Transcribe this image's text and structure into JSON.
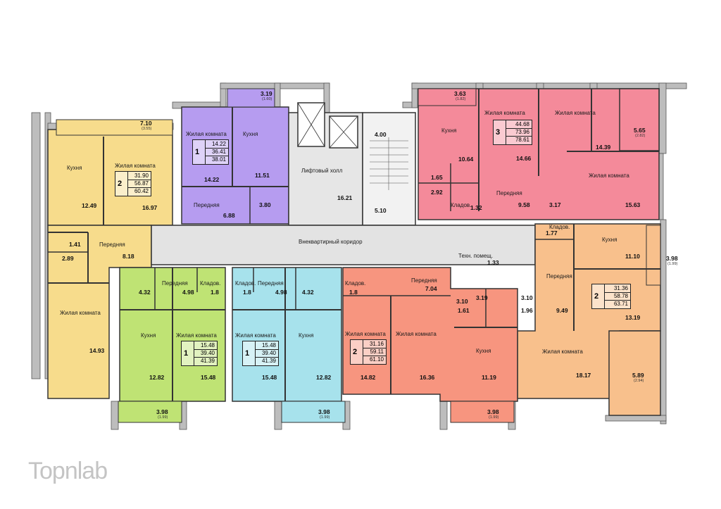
{
  "colors": {
    "yellow": "#f7dc8c",
    "violet": "#b69cf0",
    "gray": "#e6e6e6",
    "pink": "#f48a9a",
    "orange": "#f8c08c",
    "green": "#bfe374",
    "cyan": "#a7e2ec",
    "salmon": "#f7957f",
    "wall": "#b9b9b9"
  },
  "labels": {
    "kitchen": "Кухня",
    "living_room": "Жилая комната",
    "hall": "Передняя",
    "storage": "Кладов.",
    "lift_hall": "Лифтовый холл",
    "corridor": "Внеквартирный коридор",
    "tech_room": "Техн. помещ."
  },
  "balconies": [
    {
      "area": "7.10",
      "half": "(3.55)"
    },
    {
      "area": "3.19",
      "half": "(1.60)"
    },
    {
      "area": "3.63",
      "half": "(1.82)"
    },
    {
      "area": "5.65",
      "half": "(2.82)"
    },
    {
      "area": "3.98",
      "half": "(1.99)"
    },
    {
      "area": "3.98",
      "half": "(1.99)"
    },
    {
      "area": "3.98",
      "half": "(1.99)"
    },
    {
      "area": "3.98",
      "half": "(1.99)"
    },
    {
      "area": "5.89",
      "half": "(2.94)"
    }
  ],
  "apartments": [
    {
      "rooms": "2",
      "living": "31.90",
      "total": "56.87",
      "with_balcony": "60.42"
    },
    {
      "rooms": "1",
      "living": "14.22",
      "total": "36.41",
      "with_balcony": "38.01"
    },
    {
      "rooms": "3",
      "living": "44.68",
      "total": "73.96",
      "with_balcony": "78.61"
    },
    {
      "rooms": "2",
      "living": "31.36",
      "total": "58.78",
      "with_balcony": "63.71"
    },
    {
      "rooms": "1",
      "living": "15.48",
      "total": "39.40",
      "with_balcony": "41.39"
    },
    {
      "rooms": "1",
      "living": "15.48",
      "total": "39.40",
      "with_balcony": "41.39"
    },
    {
      "rooms": "2",
      "living": "31.16",
      "total": "59.11",
      "with_balcony": "61.10"
    }
  ],
  "areas": {
    "a1_kitchen": "12.49",
    "a1_room": "16.97",
    "a1_hall": "8.18",
    "a1_wc": "1.41",
    "a1_bath": "2.89",
    "a1_room2": "14.93",
    "a2_room": "14.22",
    "a2_kitchen": "11.51",
    "a2_hall": "6.88",
    "a2_bath": "3.80",
    "lift": "16.21",
    "stair_top": "4.00",
    "stair_bottom": "5.10",
    "tech": "1.33",
    "a3_kitchen": "10.64",
    "a3_wc": "1.65",
    "a3_bath": "2.92",
    "a3_store": "1.32",
    "a3_room1": "14.66",
    "a3_room2": "14.39",
    "a3_hall": "9.58",
    "a3_hall2": "3.17",
    "a3_room3": "15.63",
    "a4_store": "1.77",
    "a4_kitchen": "11.10",
    "a4_hall": "9.49",
    "a4_room": "13.19",
    "a4_room2": "18.17",
    "a5_bath": "4.32",
    "a5_hall": "4.98",
    "a5_store": "1.8",
    "a5_kitchen": "12.82",
    "a5_room": "15.48",
    "a6_store": "1.8",
    "a6_hall": "4.98",
    "a6_bath": "4.32",
    "a6_room": "15.48",
    "a6_kitchen": "12.82",
    "a7_store": "1.8",
    "a7_hall": "7.04",
    "a7_room": "14.82",
    "a7_room2": "16.36",
    "a8_bath1": "3.19",
    "a8_wc1": "3.10",
    "a8_bath2": "3.10",
    "a8_wc2": "1.61",
    "a8_wc3": "1.96",
    "a8_kitchen": "11.19"
  },
  "logo": "Topnlab"
}
